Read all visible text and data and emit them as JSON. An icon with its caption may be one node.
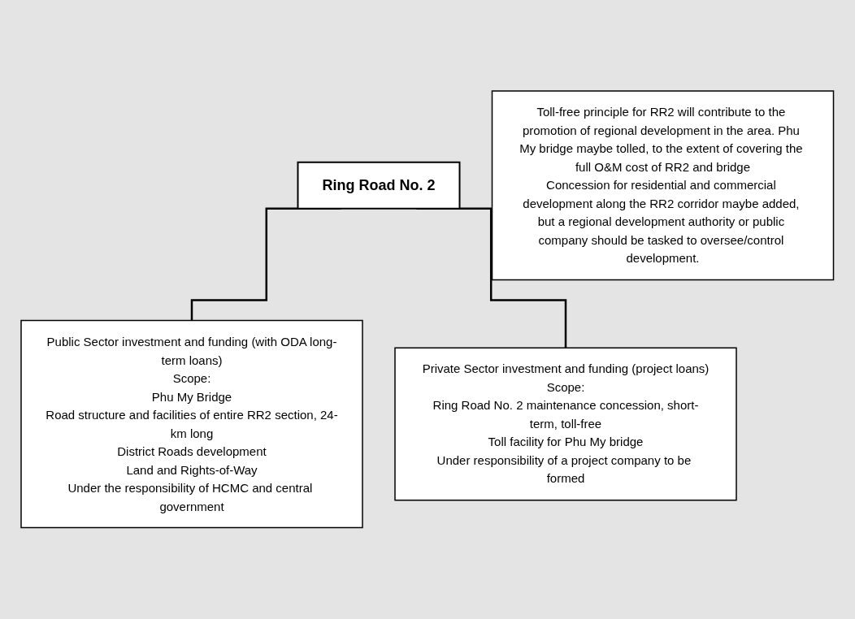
{
  "diagram": {
    "nodes": [
      {
        "text": [
          "Ring Road No. 2"
        ]
      },
      {
        "text": [
          "Public Sector investment and funding (with ODA long-term loans)",
          "Scope:",
          "Phu My Bridge",
          "Road structure and facilities of entire RR2 section, 24-km long",
          "District Roads development",
          "Land and Rights-of-Way",
          "Under the responsibility of HCMC and central government"
        ]
      },
      {
        "text": [
          "Private Sector investment and funding (project loans)",
          "Scope:",
          "Ring Road No. 2 maintenance concession, short-term, toll-free",
          "Toll facility for Phu My bridge",
          "Under responsibility of a project company to be formed"
        ]
      },
      {
        "text": [
          "Toll-free principle for RR2 will contribute to the promotion of regional development in the area. Phu My bridge maybe tolled, to the extent of covering the full O&M cost of RR2 and bridge",
          "Concession for residential and commercial development along the RR2 corridor maybe added, but a regional development authority or public company should be tasked to oversee/control development."
        ]
      }
    ],
    "edges": [
      {
        "from": 0,
        "to": 1,
        "arrow": "none"
      },
      {
        "from": 0,
        "to": 2,
        "arrow": "none"
      }
    ]
  }
}
